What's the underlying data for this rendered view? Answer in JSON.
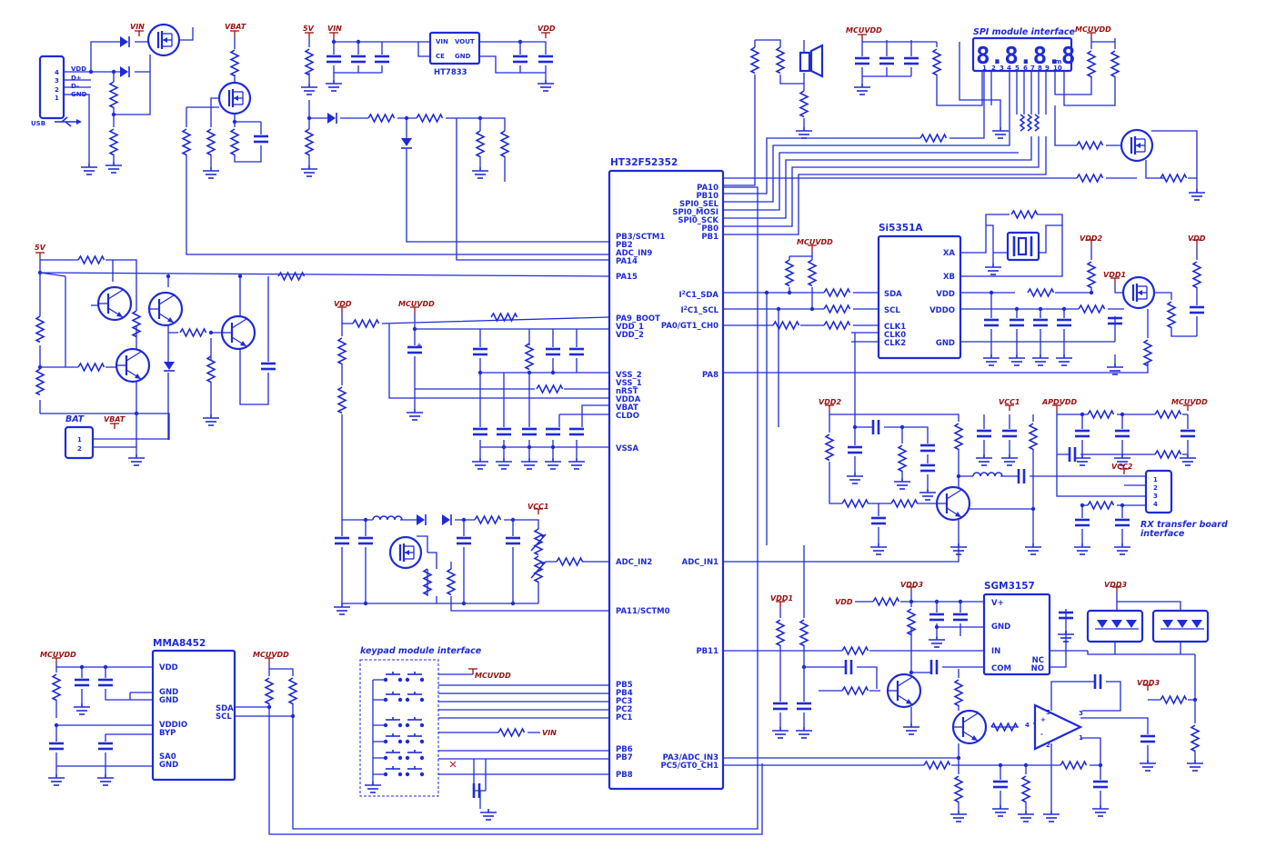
{
  "components": {
    "mcu": {
      "name": "HT32F52352",
      "left_pins": [
        "PB3/SCTM1",
        "PB2",
        "ADC_IN9",
        "PA14",
        "PA15",
        "PA9_BOOT",
        "VDD_1",
        "VDD_2",
        "VSS_2",
        "VSS_1",
        "nRST",
        "VDDA",
        "VBAT",
        "CLDO",
        "VSSA",
        "ADC_IN2",
        "PA11/SCTM0",
        "PB5",
        "PB4",
        "PC3",
        "PC2",
        "PC1",
        "PB6",
        "PB7",
        "PB8"
      ],
      "right_pins": [
        "PA10",
        "PB10",
        "SPI0_SEL",
        "SPI0_MOSI",
        "SPI0_SCK",
        "PB0",
        "PB1",
        "SDA",
        "SCL",
        "PA0/GT1_CH0",
        "PA8",
        "ADC_IN1",
        "PB11",
        "PA3/ADC_IN3",
        "PC5/GT0_CH1"
      ],
      "i2c_prefix": "I",
      "i2c_sup": "2",
      "i2c_suffix": "C1_"
    },
    "regulator": {
      "name": "HT7833",
      "pins": [
        "VIN",
        "VOUT",
        "CE",
        "GND"
      ]
    },
    "clockgen": {
      "name": "Si5351A",
      "left_pins": [
        "SDA",
        "SCL",
        "CLK1",
        "CLK0",
        "CLK2"
      ],
      "right_pins": [
        "XA",
        "XB",
        "VDD",
        "VDDO",
        "GND"
      ]
    },
    "accel": {
      "name": "MMA8452",
      "left_pins": [
        "VDD",
        "GND",
        "GND",
        "VDDIO",
        "BYP",
        "SA0",
        "GND"
      ],
      "right_pins": [
        "SDA",
        "SCL"
      ]
    },
    "switch": {
      "name": "SGM3157",
      "left_pins": [
        "V+",
        "GND",
        "IN",
        "COM"
      ],
      "right_pins": [
        "NC",
        "NO"
      ]
    },
    "usb": {
      "label": "USB",
      "pin_numbers": [
        "4",
        "3",
        "2",
        "1"
      ],
      "pin_names": [
        "VDD",
        "D+",
        "D-",
        "GND"
      ]
    },
    "battery_conn": {
      "label": "BAT",
      "pins": [
        "1",
        "2"
      ]
    },
    "rx_conn": {
      "pins": [
        "1",
        "2",
        "3",
        "4"
      ]
    },
    "opamp": {
      "pins": [
        "5",
        "3",
        "4",
        "2",
        "1"
      ]
    },
    "seven_seg": {
      "digits": "8.8.8.8",
      "unit": "m",
      "pins": [
        "1",
        "2",
        "3",
        "4",
        "5",
        "6",
        "7",
        "8",
        "9",
        "10"
      ]
    }
  },
  "module_labels": {
    "spi": "SPI module interface",
    "keypad": "keypad module interface",
    "rx_line1": "RX transfer board",
    "rx_line2": "interface"
  },
  "power_labels": {
    "vin": "VIN",
    "vbat": "VBAT",
    "v5": "5V",
    "vdd": "VDD",
    "mcuvdd": "MCUVDD",
    "vdd1": "VDD1",
    "vdd2": "VDD2",
    "vdd3": "VDD3",
    "vcc1": "VCC1",
    "vcc2": "VCC2",
    "apdvdd": "APDVDD"
  },
  "colors": {
    "wire": "#1e2bd6",
    "power_text": "#9a1010",
    "no_connect": "#cc2020",
    "background": "#ffffff"
  }
}
